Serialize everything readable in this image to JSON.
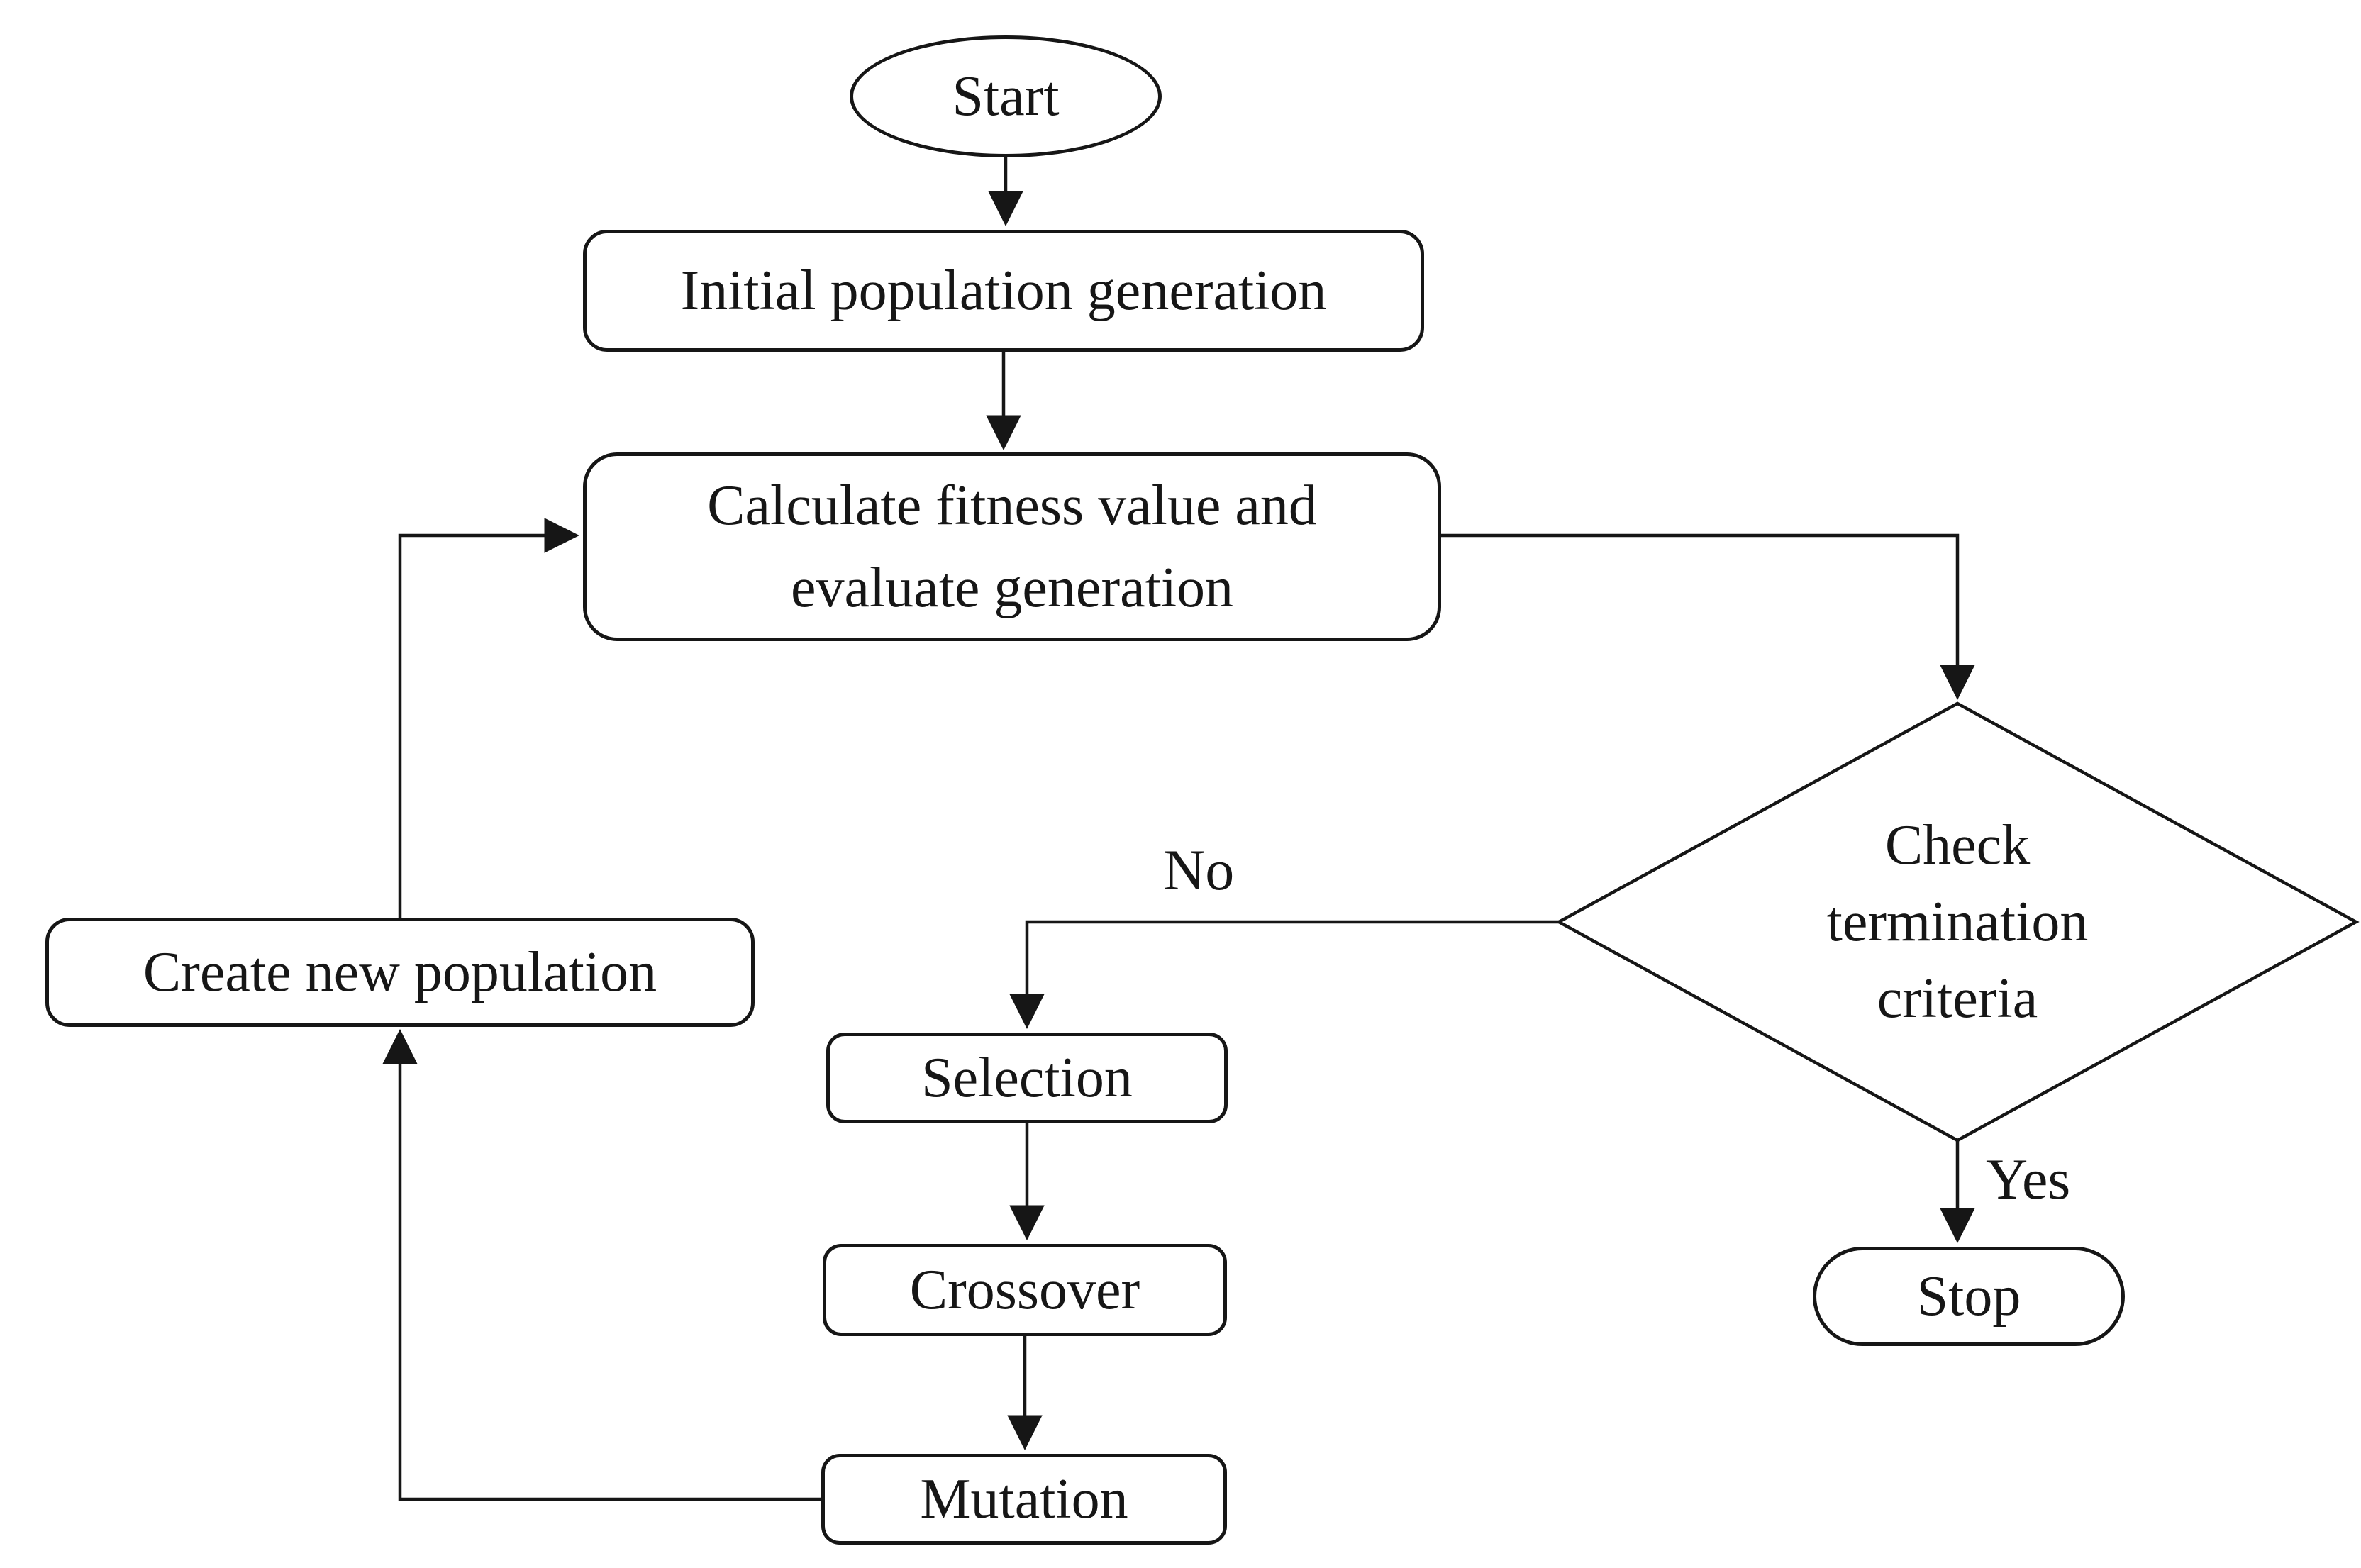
{
  "diagram": {
    "background_color": "#ffffff",
    "stroke_color": "#161616",
    "node_fill_color": "#ffffff",
    "nodes": {
      "start": {
        "shape": "ellipse",
        "label": "Start"
      },
      "initial_population": {
        "shape": "rounded-rect",
        "label": "Initial population generation"
      },
      "calculate_fitness": {
        "shape": "rounded-rect",
        "lines": [
          "Calculate fitness value and",
          "evaluate generation"
        ]
      },
      "check_termination": {
        "shape": "diamond",
        "lines": [
          "Check",
          "termination",
          "criteria"
        ]
      },
      "create_new_population": {
        "shape": "rounded-rect",
        "label": "Create new population"
      },
      "selection": {
        "shape": "rounded-rect",
        "label": "Selection"
      },
      "crossover": {
        "shape": "rounded-rect",
        "label": "Crossover"
      },
      "mutation": {
        "shape": "rounded-rect",
        "label": "Mutation"
      },
      "stop": {
        "shape": "stadium",
        "label": "Stop"
      }
    },
    "edge_labels": {
      "no": "No",
      "yes": "Yes"
    },
    "edges": [
      "start -> initial_population",
      "initial_population -> calculate_fitness",
      "calculate_fitness -> check_termination",
      "check_termination -Yes-> stop",
      "check_termination -No-> selection",
      "selection -> crossover",
      "crossover -> mutation",
      "mutation -> create_new_population",
      "create_new_population -> calculate_fitness"
    ]
  }
}
